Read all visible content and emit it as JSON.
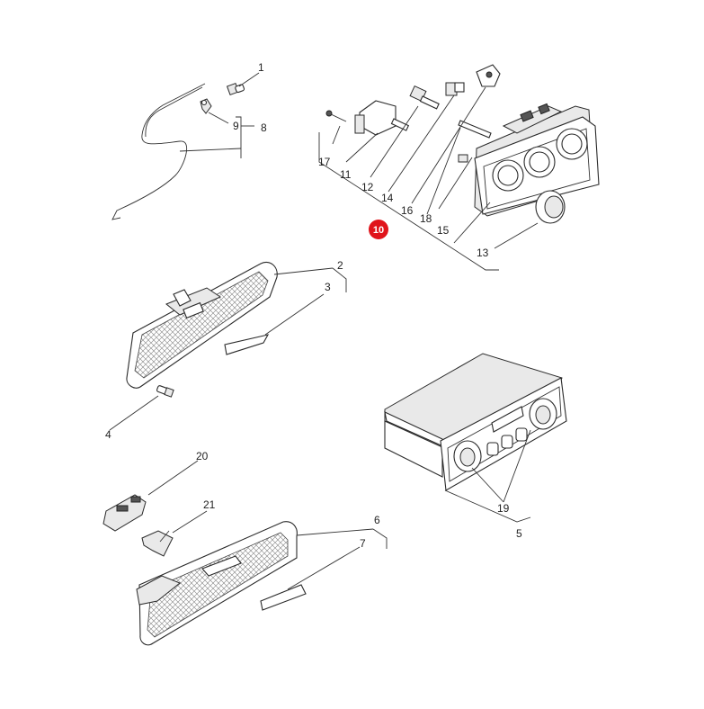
{
  "diagram": {
    "callouts": {
      "c1": "1",
      "c2": "2",
      "c3": "3",
      "c4": "4",
      "c5": "5",
      "c6": "6",
      "c7": "7",
      "c8": "8",
      "c9": "9",
      "c10": "10",
      "c11": "11",
      "c12": "12",
      "c13": "13",
      "c14": "14",
      "c15": "15",
      "c16": "16",
      "c17": "17",
      "c18": "18",
      "c19": "19",
      "c20": "20",
      "c21": "21"
    },
    "highlighted_callout": "c10",
    "colors": {
      "highlight": "#e0141b",
      "line": "#333333",
      "panel_mesh": "#9a9a9a"
    }
  }
}
